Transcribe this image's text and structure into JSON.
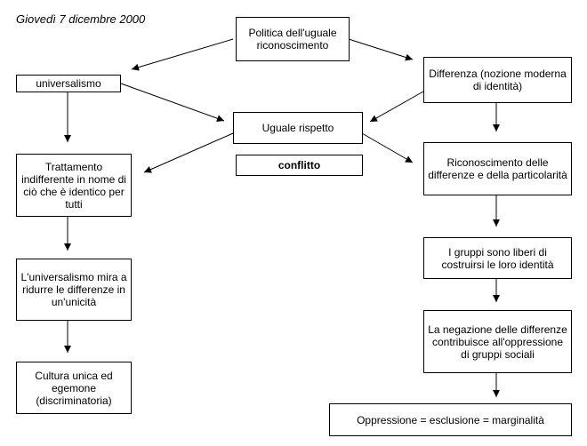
{
  "date": "Giovedì 7 dicembre 2000",
  "nodes": {
    "politica": "Politica dell'uguale riconoscimento",
    "universalismo": "universalismo",
    "differenza": "Differenza (nozione moderna di identità)",
    "uguale_rispetto": "Uguale rispetto",
    "conflitto": "conflitto",
    "trattamento": "Trattamento indifferente in nome di ciò che è identico per tutti",
    "riconoscimento": "Riconoscimento delle differenze e della particolarità",
    "universalismo_mira": "L'universalismo mira a ridurre le differenze in un'unicità",
    "gruppi_liberi": "I gruppi sono liberi di costruirsi le loro identità",
    "cultura": "Cultura unica ed egemone (discriminatoria)",
    "negazione": "La negazione delle differenze contribuisce all'oppressione di gruppi sociali",
    "oppressione": "Oppressione = esclusione = marginalità"
  }
}
